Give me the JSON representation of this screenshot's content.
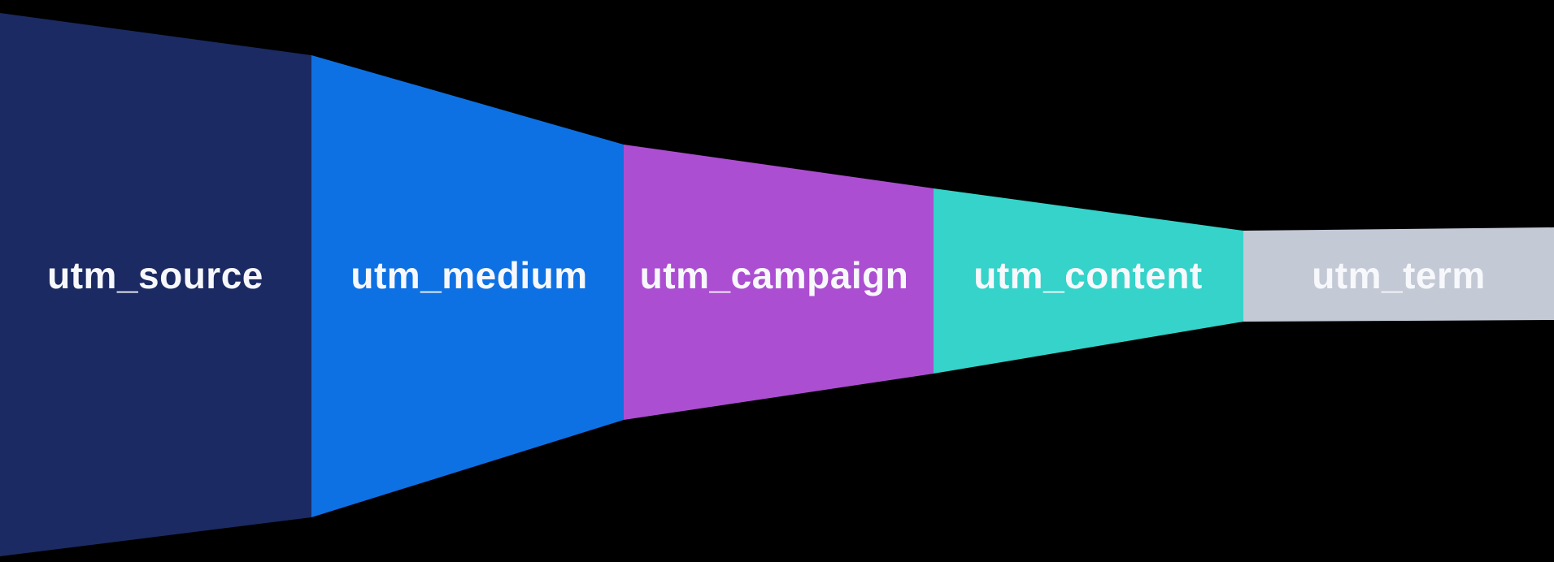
{
  "background_color": "#000000",
  "funnel": {
    "label_color": "#f7f8fb",
    "segments": [
      {
        "label": "utm_source",
        "color": "#1b2a62"
      },
      {
        "label": "utm_medium",
        "color": "#0e71e3"
      },
      {
        "label": "utm_campaign",
        "color": "#ac4ed1"
      },
      {
        "label": "utm_content",
        "color": "#35d3c9"
      },
      {
        "label": "utm_term",
        "color": "#c3c9d5"
      }
    ]
  }
}
